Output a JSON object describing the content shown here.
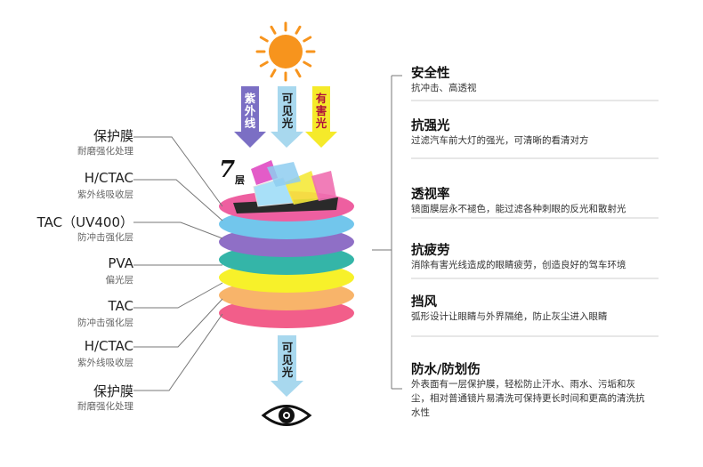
{
  "top_arrows": [
    {
      "text": "紫外线",
      "fill": "#7b6fc4",
      "text_color": "#ffffff"
    },
    {
      "text": "可见光",
      "fill": "#a8d8ee",
      "text_color": "#1a1a1a"
    },
    {
      "text": "有害光",
      "fill": "#f5ea2a",
      "text_color": "#b0103a"
    }
  ],
  "layers_badge": {
    "number": "7",
    "unit": "层"
  },
  "bottom_arrow": {
    "text": "可见光",
    "fill": "#a8d8ee"
  },
  "left_labels": [
    {
      "name": "保护膜",
      "desc": "耐磨强化处理"
    },
    {
      "name": "H/CTAC",
      "desc": "紫外线吸收层"
    },
    {
      "name": "TAC（UV400）",
      "desc": "防冲击强化层"
    },
    {
      "name": "PVA",
      "desc": "偏光层"
    },
    {
      "name": "TAC",
      "desc": "防冲击强化层"
    },
    {
      "name": "H/CTAC",
      "desc": "紫外线吸收层"
    },
    {
      "name": "保护膜",
      "desc": "耐磨强化处理"
    }
  ],
  "right_features": [
    {
      "title": "安全性",
      "desc": "抗冲击、高透视"
    },
    {
      "title": "抗强光",
      "desc": "过滤汽车前大灯的强光，可清晰的看清对方"
    },
    {
      "title": "透视率",
      "desc": "镜面膜层永不褪色，能过滤各种刺眼的反光和散射光"
    },
    {
      "title": "抗疲劳",
      "desc": "消除有害光线造成的眼睛疲劳，创造良好的驾车环境"
    },
    {
      "title": "挡风",
      "desc": "弧形设计让眼睛与外界隔绝，防止灰尘进入眼睛"
    },
    {
      "title": "防水/防划伤",
      "desc": "外表面有一层保护膜，轻松防止汗水、雨水、污垢和灰尘，相对普通镜片易清洗可保持更长时间和更高的清洗抗水性"
    }
  ],
  "disc_colors": [
    "#ee5fa0",
    "#72c6ec",
    "#8f6fc6",
    "#34b5a8",
    "#f7f12a",
    "#f8b46a",
    "#f25e8a"
  ],
  "colors": {
    "sun": "#f7941d",
    "line": "#777777",
    "eye": "#111111"
  },
  "icons": {
    "sun": "sun-icon",
    "eye": "eye-icon"
  }
}
